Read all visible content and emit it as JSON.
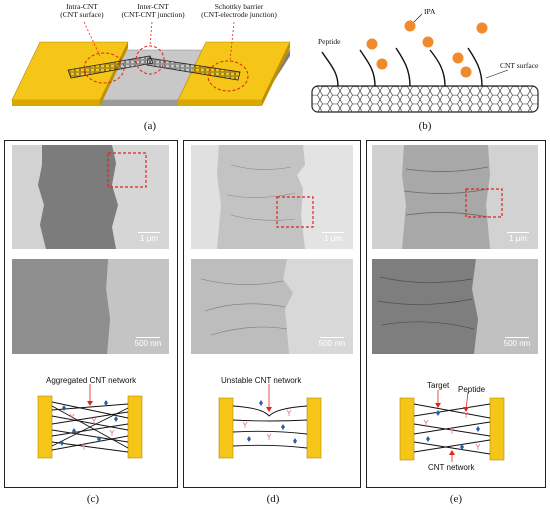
{
  "panel_a": {
    "intra_cnt_title": "Intra-CNT",
    "intra_cnt_sub": "(CNT surface)",
    "inter_cnt_title": "Inter-CNT",
    "inter_cnt_sub": "(CNT-CNT junction)",
    "schottky_title": "Schottky barrier",
    "schottky_sub": "(CNT-electrode junction)",
    "letter": "(a)"
  },
  "panel_b": {
    "peptide_label": "Peptide",
    "ipa_label": "IPA",
    "cnt_surface_label": "CNT surface",
    "letter": "(b)"
  },
  "panel_c": {
    "scale_top": "1 μm",
    "scale_bottom": "500 nm",
    "network_label": "Aggregated CNT network",
    "letter": "(c)"
  },
  "panel_d": {
    "scale_top": "1 μm",
    "scale_bottom": "500 nm",
    "network_label": "Unstable CNT network",
    "letter": "(d)"
  },
  "panel_e": {
    "scale_top": "1 μm",
    "scale_bottom": "500 nm",
    "target_label": "Target",
    "peptide_label": "Peptide",
    "network_label": "CNT network",
    "letter": "(e)"
  },
  "colors": {
    "electrode": "#f5c518",
    "electrode_dark": "#c89b00",
    "highlight_red": "#e0241b",
    "ipa_orange": "#f08a2c",
    "target_blue": "#2a5fa8",
    "peptide_pink": "#e07a9a"
  }
}
